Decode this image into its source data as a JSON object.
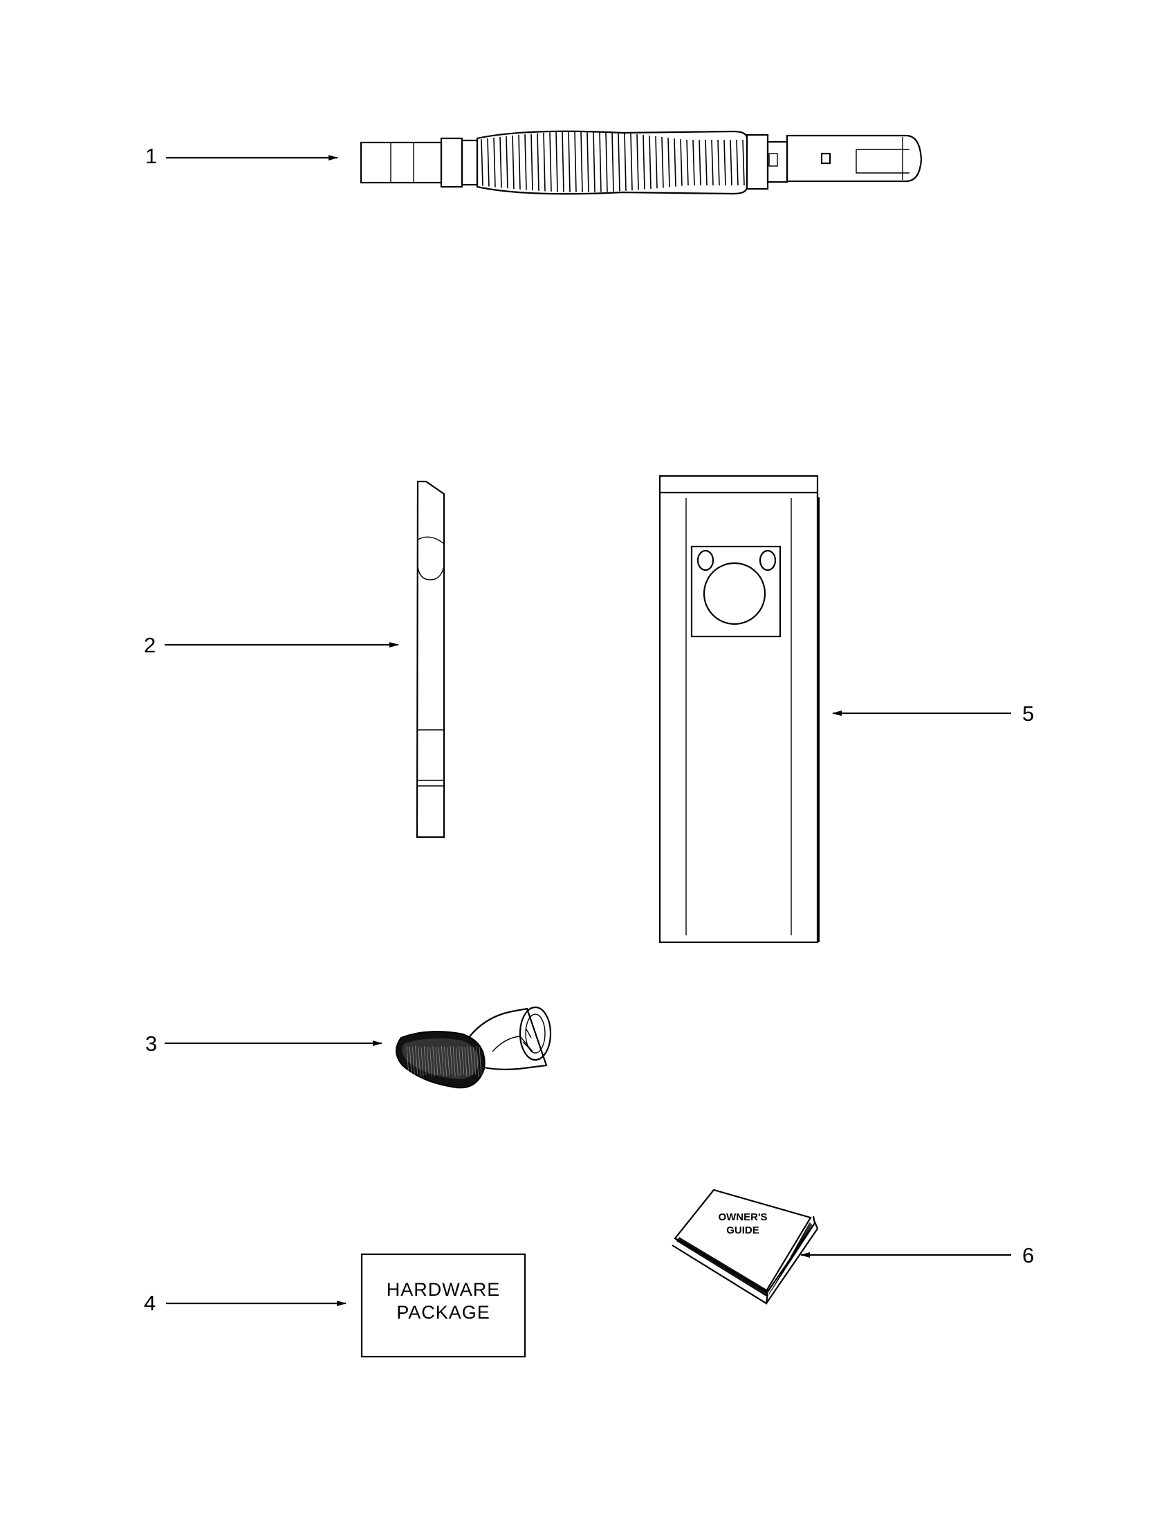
{
  "callouts": [
    {
      "id": "1",
      "label": "1"
    },
    {
      "id": "2",
      "label": "2"
    },
    {
      "id": "3",
      "label": "3"
    },
    {
      "id": "4",
      "label": "4"
    },
    {
      "id": "5",
      "label": "5"
    },
    {
      "id": "6",
      "label": "6"
    }
  ],
  "parts": {
    "hardware_package": {
      "line1": "HARDWARE",
      "line2": "PACKAGE"
    },
    "owners_guide": {
      "line1": "OWNER'S",
      "line2": "GUIDE"
    }
  },
  "icons": {
    "part1": "extension-hose-icon",
    "part2": "crevice-tool-icon",
    "part3": "dusting-brush-icon",
    "part4": "hardware-package-icon",
    "part5": "dust-bag-icon",
    "part6": "owners-guide-book-icon"
  }
}
